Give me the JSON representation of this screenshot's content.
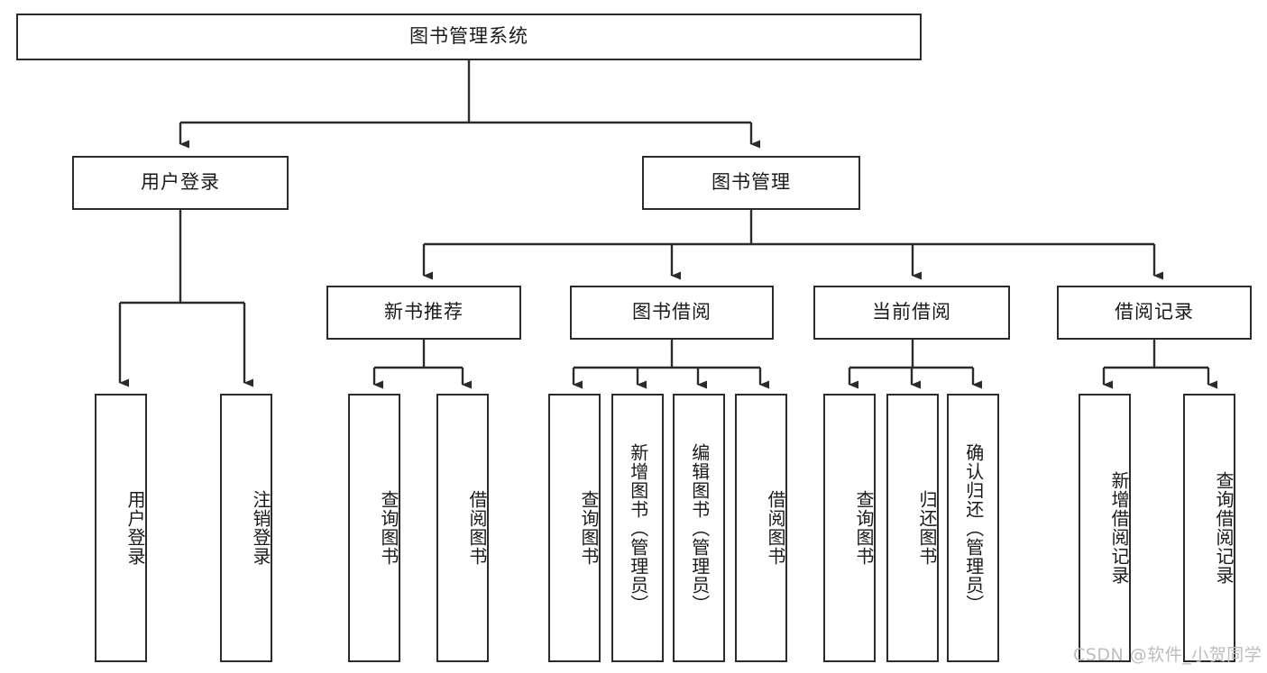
{
  "diagram": {
    "title": "图书管理系统",
    "watermark": "CSDN @软件_小贺同学",
    "edge_color": "#2b2b2b",
    "box_border_color": "#2b2b2b",
    "background": "#ffffff",
    "root": {
      "label": "图书管理系统"
    },
    "level2": [
      {
        "label": "用户登录"
      },
      {
        "label": "图书管理"
      }
    ],
    "level3": [
      {
        "label": "新书推荐"
      },
      {
        "label": "图书借阅"
      },
      {
        "label": "当前借阅"
      },
      {
        "label": "借阅记录"
      }
    ],
    "leaves": {
      "user_login": [
        {
          "label": "用户登录"
        },
        {
          "label": "注销登录"
        }
      ],
      "new_book_recommend": [
        {
          "label": "查询图书"
        },
        {
          "label": "借阅图书"
        }
      ],
      "book_borrow": [
        {
          "label": "查询图书"
        },
        {
          "label": "新增图书（管理员）"
        },
        {
          "label": "编辑图书（管理员）"
        },
        {
          "label": "借阅图书"
        }
      ],
      "current_borrow": [
        {
          "label": "查询图书"
        },
        {
          "label": "归还图书"
        },
        {
          "label": "确认归还（管理员）"
        }
      ],
      "borrow_record": [
        {
          "label": "新增借阅记录"
        },
        {
          "label": "查询借阅记录"
        }
      ]
    }
  }
}
